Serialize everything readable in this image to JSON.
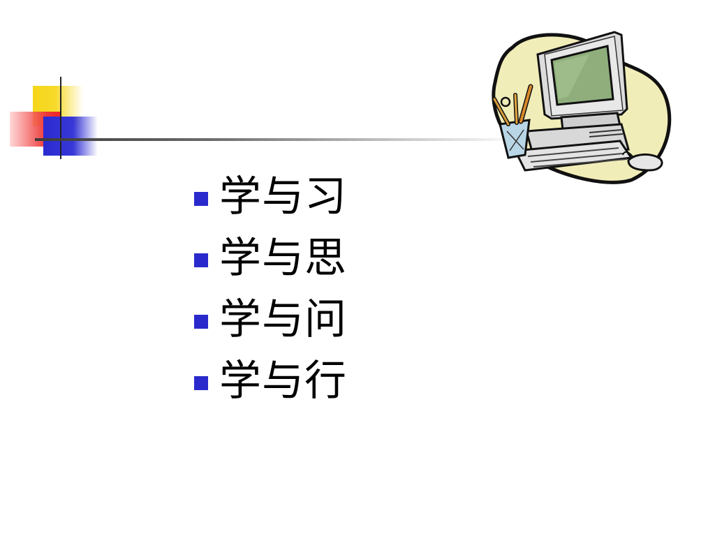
{
  "bullets": [
    {
      "text": "学与习"
    },
    {
      "text": "学与思"
    },
    {
      "text": "学与问"
    },
    {
      "text": "学与行"
    }
  ],
  "colors": {
    "bullet": "#2a2acc",
    "accent_yellow": "#f5d61a",
    "accent_red": "#ee3a3a",
    "accent_blue": "#2a2ad0"
  },
  "icons": [
    "computer-clipart-icon"
  ]
}
